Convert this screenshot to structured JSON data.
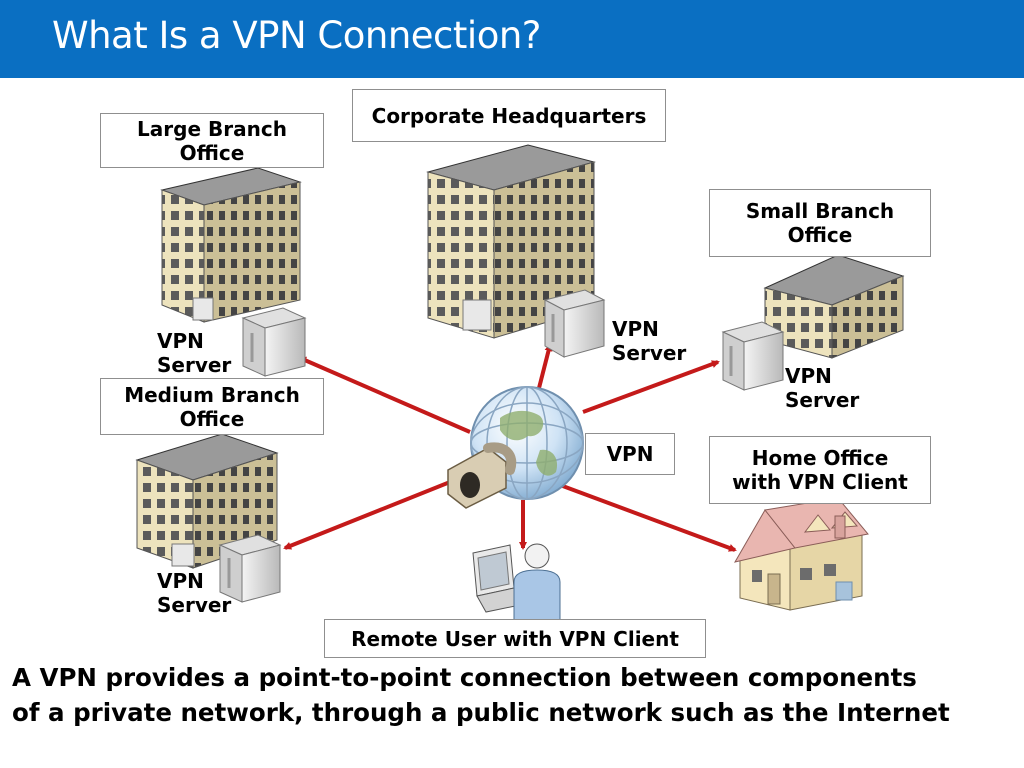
{
  "slide": {
    "title": "What Is a VPN Connection?",
    "caption": "A VPN provides a point-to-point connection between components\nof a private network, through a public network such as the Internet"
  },
  "labels": {
    "corporate_hq": "Corporate Headquarters",
    "large_branch": "Large Branch\nOffice",
    "small_branch": "Small Branch\nOffice",
    "medium_branch": "Medium Branch\nOffice",
    "home_office": "Home Office\nwith VPN Client",
    "remote_user": "Remote User with VPN Client",
    "vpn": "VPN",
    "vpn_server_large": "VPN\nServer",
    "vpn_server_hq": "VPN\nServer",
    "vpn_server_small": "VPN\nServer",
    "vpn_server_medium": "VPN\nServer"
  },
  "colors": {
    "title_bar": "#0a6fc2",
    "arrow": "#c41a1a",
    "building_wall": "#ede3bd",
    "window": "#5b5b5b",
    "house_roof": "#e9b6b0",
    "house_wall": "#f4e6bc"
  }
}
